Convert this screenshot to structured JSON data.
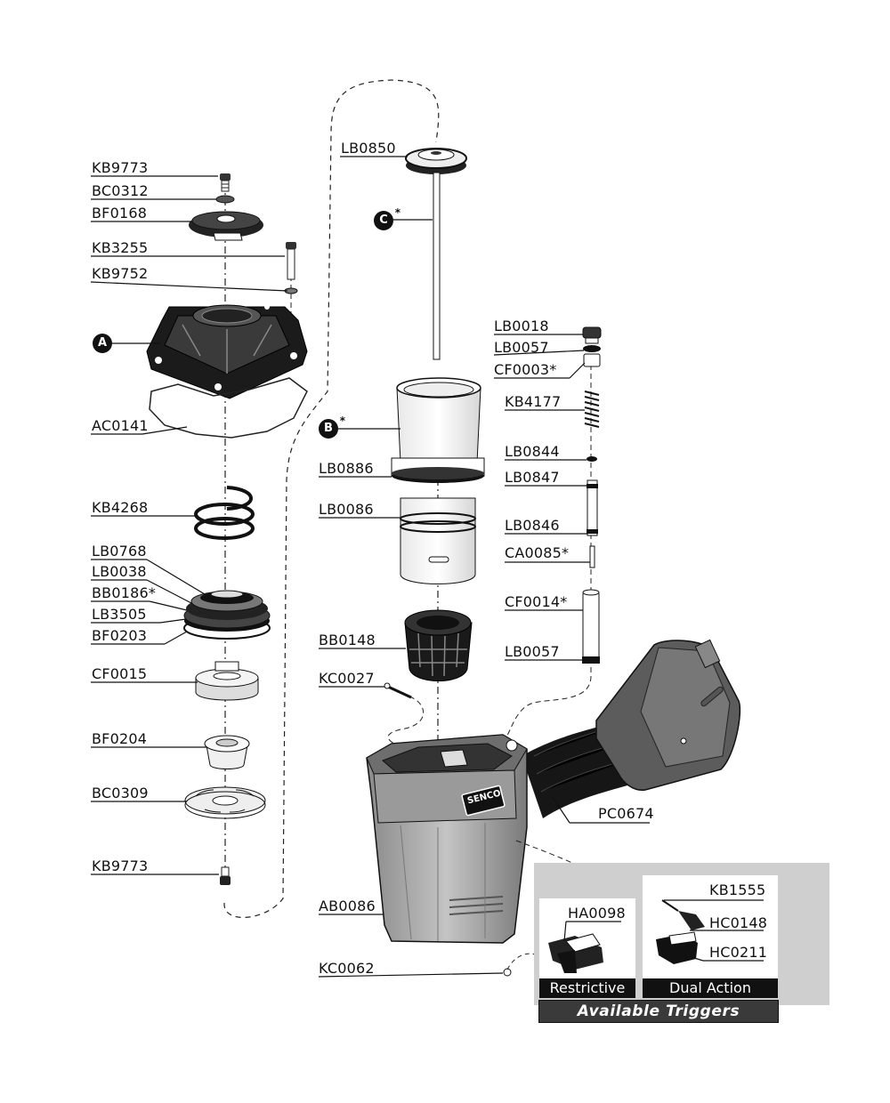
{
  "diagram": {
    "callouts_left": [
      {
        "id": "KB9773_top",
        "text": "KB9773"
      },
      {
        "id": "BC0312",
        "text": "BC0312"
      },
      {
        "id": "BF0168",
        "text": "BF0168"
      },
      {
        "id": "KB3255",
        "text": "KB3255"
      },
      {
        "id": "KB9752",
        "text": "KB9752"
      },
      {
        "id": "AC0141",
        "text": "AC0141"
      },
      {
        "id": "KB4268",
        "text": "KB4268"
      },
      {
        "id": "LB0768",
        "text": "LB0768"
      },
      {
        "id": "LB0038",
        "text": "LB0038"
      },
      {
        "id": "BB0186",
        "text": "BB0186*"
      },
      {
        "id": "LB3505",
        "text": "LB3505"
      },
      {
        "id": "BF0203",
        "text": "BF0203"
      },
      {
        "id": "CF0015",
        "text": "CF0015"
      },
      {
        "id": "BF0204",
        "text": "BF0204"
      },
      {
        "id": "BC0309",
        "text": "BC0309"
      },
      {
        "id": "KB9773_bottom",
        "text": "KB9773"
      }
    ],
    "callouts_center": [
      {
        "id": "LB0850",
        "text": "LB0850"
      },
      {
        "id": "LB0886",
        "text": "LB0886"
      },
      {
        "id": "LB0086",
        "text": "LB0086"
      },
      {
        "id": "BB0148",
        "text": "BB0148"
      },
      {
        "id": "KC0027",
        "text": "KC0027"
      },
      {
        "id": "AB0086",
        "text": "AB0086"
      },
      {
        "id": "KC0062",
        "text": "KC0062"
      }
    ],
    "callouts_right": [
      {
        "id": "LB0018",
        "text": "LB0018"
      },
      {
        "id": "LB0057_top",
        "text": "LB0057"
      },
      {
        "id": "CF0003",
        "text": "CF0003*"
      },
      {
        "id": "KB4177",
        "text": "KB4177"
      },
      {
        "id": "LB0844",
        "text": "LB0844"
      },
      {
        "id": "LB0847",
        "text": "LB0847"
      },
      {
        "id": "LB0846",
        "text": "LB0846"
      },
      {
        "id": "CA0085",
        "text": "CA0085*"
      },
      {
        "id": "CF0014",
        "text": "CF0014*"
      },
      {
        "id": "LB0057_bottom",
        "text": "LB0057"
      },
      {
        "id": "PC0674",
        "text": "PC0674"
      }
    ],
    "badges": {
      "a": "A",
      "b": "B",
      "c": "C",
      "asterisk": "*"
    },
    "brand": "SENCO",
    "triggers": {
      "restrictive_part": "HA0098",
      "restrictive_caption": "Restrictive",
      "dual_parts": [
        "KB1555",
        "HC0148",
        "HC0211"
      ],
      "dual_caption": "Dual Action",
      "panel_title": "Available Triggers"
    }
  }
}
